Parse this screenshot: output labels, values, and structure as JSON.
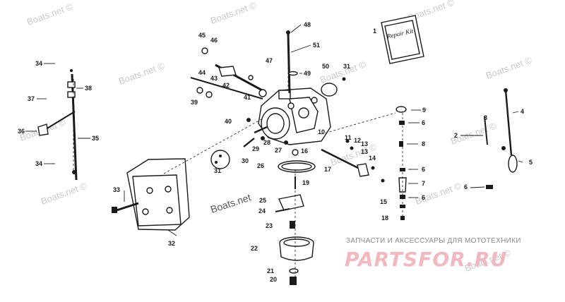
{
  "diagram": {
    "part_numbers": [
      "1",
      "2",
      "3",
      "4",
      "5",
      "6",
      "6",
      "6",
      "6",
      "7",
      "8",
      "9",
      "10",
      "11",
      "12",
      "13",
      "13",
      "14",
      "15",
      "16",
      "17",
      "18",
      "19",
      "20",
      "21",
      "22",
      "23",
      "24",
      "25",
      "26",
      "27",
      "28",
      "29",
      "30",
      "31",
      "31",
      "32",
      "33",
      "34",
      "34",
      "35",
      "36",
      "37",
      "38",
      "39",
      "40",
      "41",
      "42",
      "43",
      "44",
      "45",
      "46",
      "47",
      "48",
      "49",
      "50",
      "51"
    ],
    "kit_label": "Repair Kit"
  },
  "watermarks": [
    "Boats.net ©",
    "Boats.net ©",
    "Boats.net ©",
    "Boats.net ©",
    "Boats.net ©",
    "Boats.net ©",
    "Boats.net ©",
    "Boats.net ©",
    "Boats.net ©",
    "Boats.net ©",
    "Boats.net ©",
    "Boats.net ©",
    "Boats.net"
  ],
  "branding": {
    "tagline": "ЗАПЧАСТИ И АКСЕССУАРЫ ДЛЯ МОТОТЕХНИКИ",
    "logo": "PARTSFOR.RU"
  }
}
